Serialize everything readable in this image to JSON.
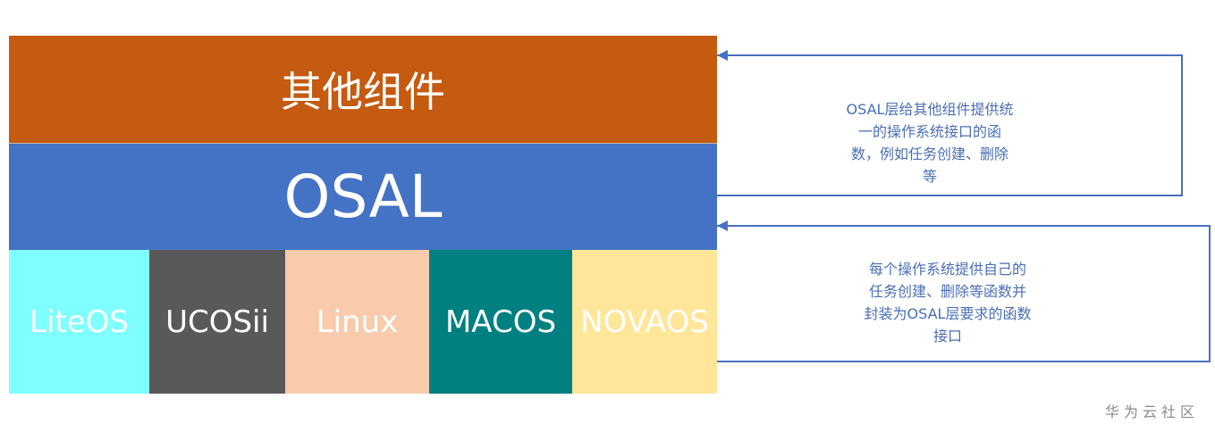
{
  "diagram": {
    "layers": {
      "top": {
        "label": "其他组件",
        "color": "#c55a11"
      },
      "middle": {
        "label": "OSAL",
        "color": "#4472c4"
      },
      "bottom": [
        {
          "label": "LiteOS",
          "color": "#7fffff"
        },
        {
          "label": "UCOSii",
          "color": "#595959"
        },
        {
          "label": "Linux",
          "color": "#f8cbad"
        },
        {
          "label": "MACOS",
          "color": "#008080"
        },
        {
          "label": "NOVAOS",
          "color": "#ffe699"
        }
      ]
    },
    "annotations": [
      {
        "lines": [
          "OSAL层给其他组件提供统",
          "一的操作系统接口的函",
          "数，例如任务创建、删除",
          "等"
        ]
      },
      {
        "lines": [
          "每个操作系统提供自己的",
          "任务创建、删除等函数并",
          "封装为OSAL层要求的函数",
          "接口"
        ]
      }
    ],
    "connector_color": "#4472c4"
  },
  "watermark": "华为云社区"
}
